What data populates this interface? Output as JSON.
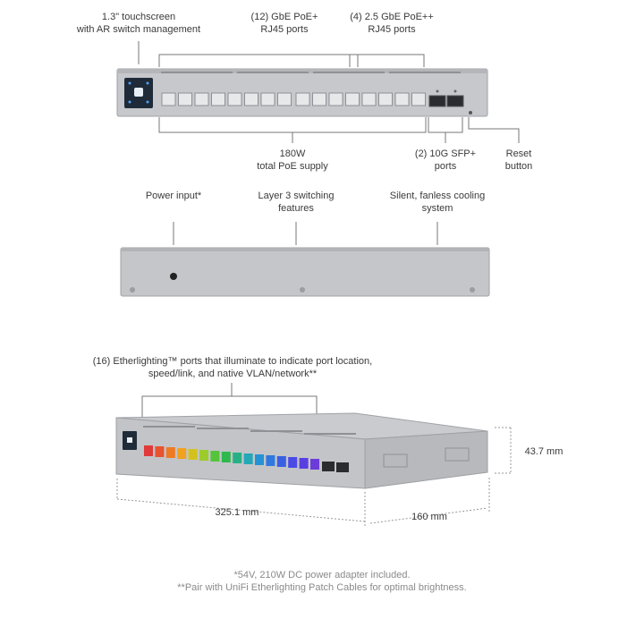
{
  "callouts": {
    "touchscreen": [
      "1.3\" touchscreen",
      "with AR switch management"
    ],
    "gbe_poe": [
      "(12) GbE PoE+",
      "RJ45 ports"
    ],
    "poe_plus_plus": [
      "(4) 2.5 GbE PoE++",
      "RJ45 ports"
    ],
    "poe_supply": [
      "180W",
      "total PoE supply"
    ],
    "sfp": [
      "(2) 10G SFP+",
      "ports"
    ],
    "reset": [
      "Reset",
      "button"
    ],
    "power_input": [
      "Power input*"
    ],
    "layer3": [
      "Layer 3 switching",
      "features"
    ],
    "cooling": [
      "Silent, fanless cooling",
      "system"
    ],
    "etherlighting": [
      "(16) Etherlighting™ ports that illuminate to indicate port location,",
      "speed/link, and native VLAN/network**"
    ]
  },
  "dimensions": {
    "height": "43.7 mm",
    "width": "325.1 mm",
    "depth": "160 mm"
  },
  "footnotes": [
    "*54V, 210W DC power adapter included.",
    "**Pair with UniFi Etherlighting Patch Cables for optimal brightness."
  ],
  "colors": {
    "chassis": "#c4c6c9",
    "chassis_dark": "#a9abae",
    "line": "#666666",
    "led": [
      "#e03a3a",
      "#e8532f",
      "#ee7a24",
      "#f0a21e",
      "#d4c21c",
      "#9ccc2a",
      "#55c43a",
      "#2fb84e",
      "#27b084",
      "#22a8b8",
      "#2592d6",
      "#2f78e0",
      "#3b5fe2",
      "#4a4ae6",
      "#5a3fe0",
      "#6c3bd8"
    ]
  }
}
